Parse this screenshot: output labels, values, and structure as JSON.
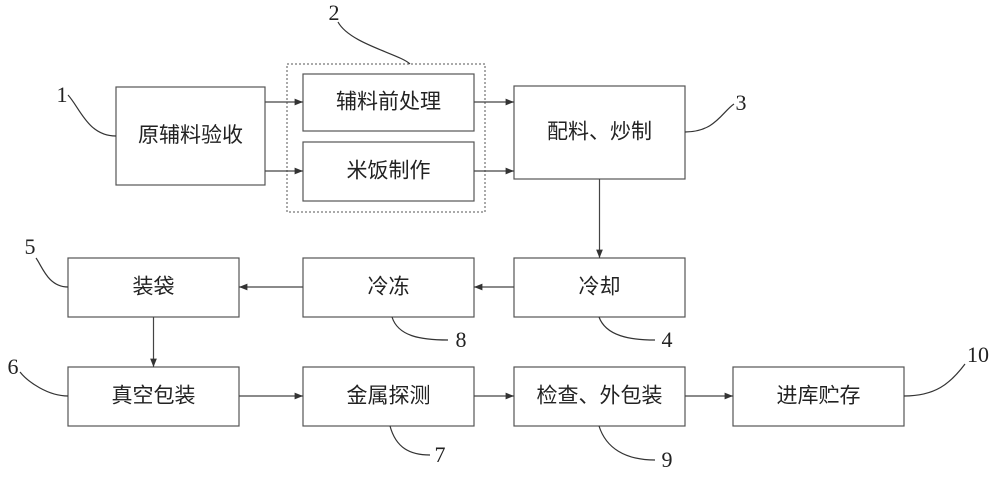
{
  "nodes": {
    "n1": "原辅料验收",
    "n2a": "辅料前处理",
    "n2b": "米饭制作",
    "n3": "配料、炒制",
    "n4": "冷却",
    "n8": "冷冻",
    "n5": "装袋",
    "n6": "真空包装",
    "n7": "金属探测",
    "n9": "检查、外包装",
    "n10": "进库贮存"
  },
  "callouts": {
    "c1": "1",
    "c2": "2",
    "c3": "3",
    "c4": "4",
    "c5": "5",
    "c6": "6",
    "c7": "7",
    "c8": "8",
    "c9": "9",
    "c10": "10"
  },
  "colors": {
    "stroke": "#555555",
    "text": "#222222",
    "background": "#ffffff"
  }
}
